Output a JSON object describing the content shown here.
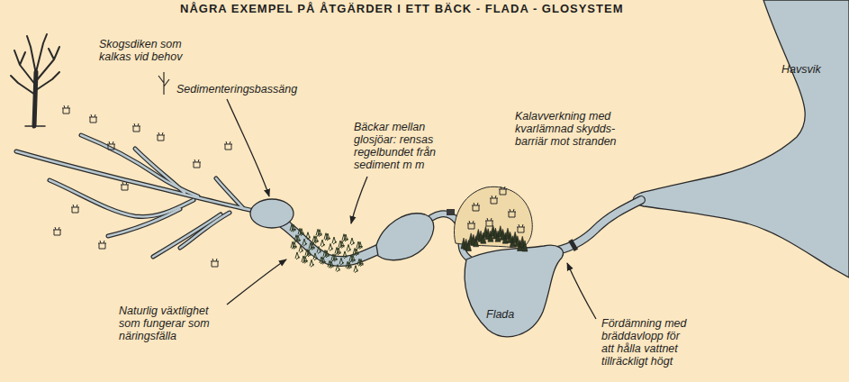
{
  "diagram": {
    "title": "NÅGRA EXEMPEL PÅ ÅTGÄRDER I ETT BÄCK - FLADA - GLOSYSTEM",
    "labels": [
      "Skogsdiken som kalkas vid behov",
      "Sedimenteringsbassäng",
      "Bäckar mellan glosjöar: rensas regelbundet från sediment m m",
      "Kalavverkning med kvarlämnad skydds- barriär mot stranden",
      "Havsvik",
      "Naturlig växtlighet som fungerar som näringsfälla",
      "Flada",
      "Fördämning med bräddavlopp för att hålla vattnet tillräckligt högt"
    ]
  }
}
